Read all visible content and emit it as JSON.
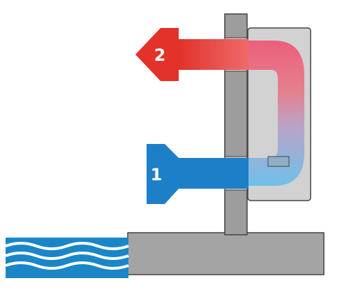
{
  "diagram": {
    "labels": {
      "intake_number": "1",
      "exhaust_number": "2"
    },
    "colors": {
      "cold": "#1e7fc9",
      "hot": "#e2322a",
      "unit_gray": "#c8c8c8",
      "wall_gray": "#9a9a9a",
      "water": "#1a86c8"
    },
    "icons": {
      "intake_arrow": "arrow-right",
      "exhaust_arrow": "arrow-left",
      "water": "waves"
    }
  }
}
